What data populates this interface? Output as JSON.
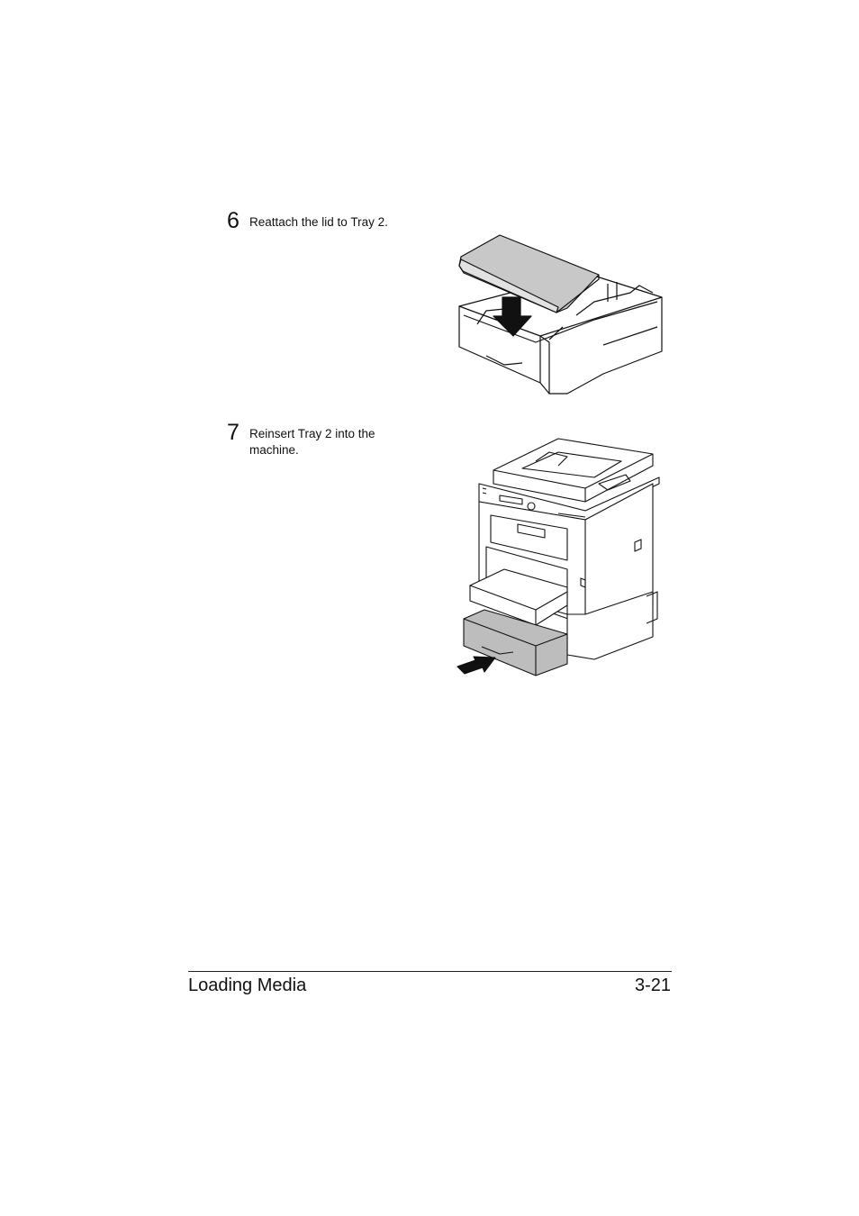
{
  "steps": [
    {
      "number": "6",
      "text": "Reattach the lid to Tray 2."
    },
    {
      "number": "7",
      "text": "Reinsert Tray 2 into the machine."
    }
  ],
  "footer": {
    "section": "Loading Media",
    "page": "3-21"
  },
  "colors": {
    "ink": "#111111",
    "lid_gray": "#c8c8c8",
    "tray_gray": "#bdbdbd",
    "paper": "#ffffff"
  }
}
